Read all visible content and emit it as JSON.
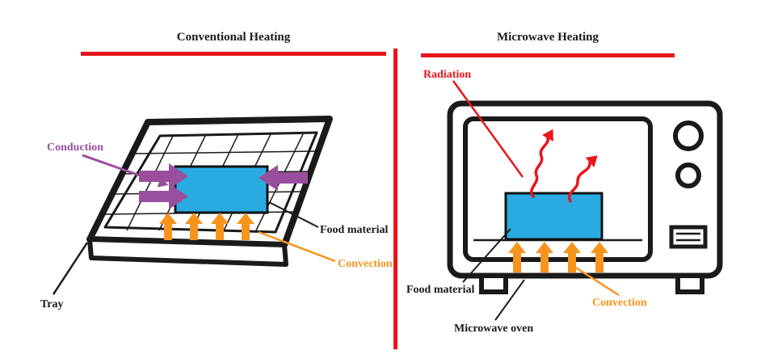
{
  "colors": {
    "red": "#e8151c",
    "purple": "#9a4f9e",
    "orange": "#f7941d",
    "blue": "#29abe2",
    "ink": "#1a1a1a"
  },
  "left_panel": {
    "title": "Conventional Heating",
    "labels": {
      "conduction": "Conduction",
      "food_material": "Food material",
      "convection": "Convection",
      "tray": "Tray"
    }
  },
  "right_panel": {
    "title": "Microwave Heating",
    "labels": {
      "radiation": "Radiation",
      "food_material": "Food material",
      "convection": "Convection",
      "microwave_oven": "Microwave oven"
    }
  }
}
